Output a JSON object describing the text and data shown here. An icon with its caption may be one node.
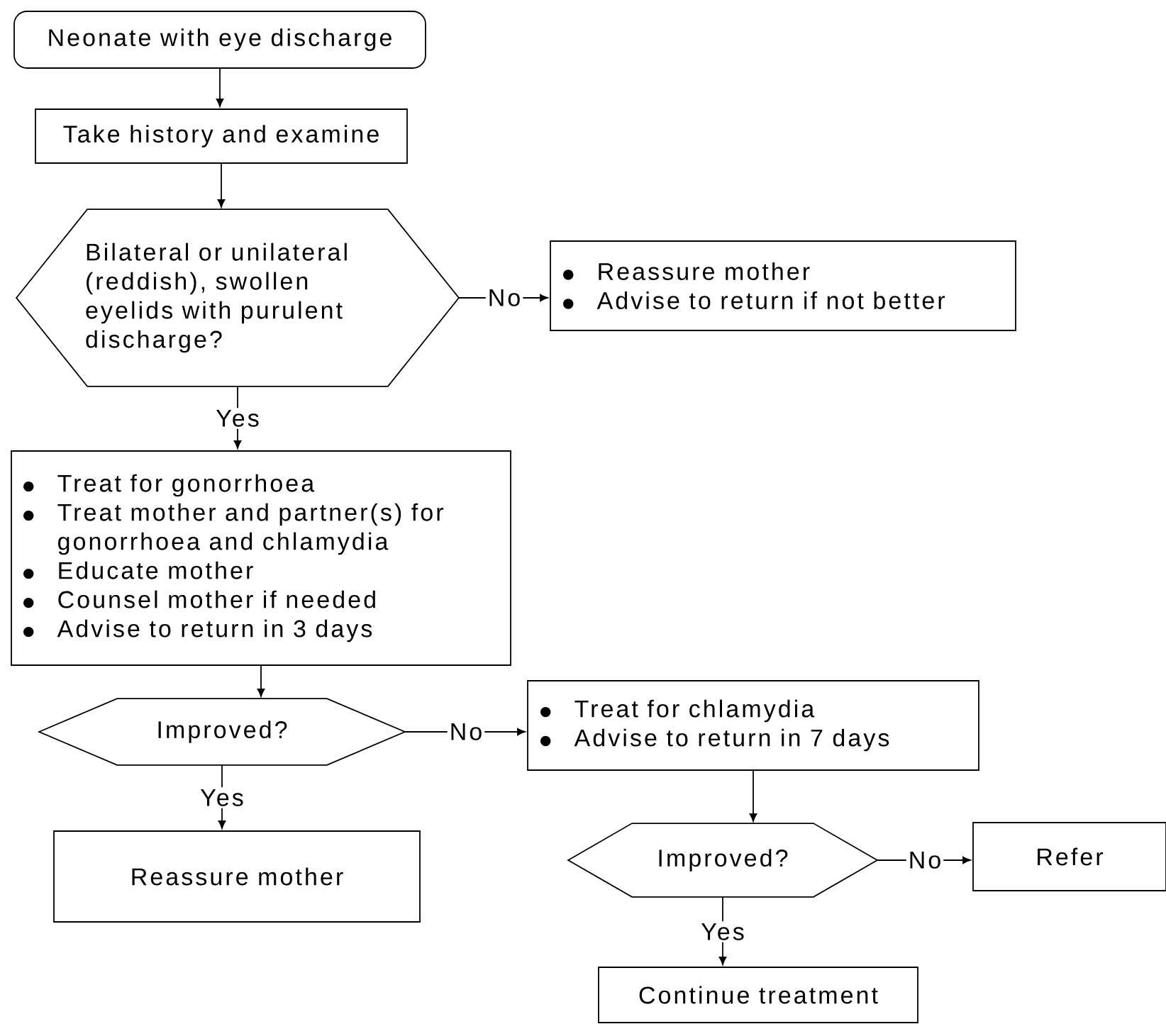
{
  "diagram": {
    "nodes": [
      {
        "text": [
          "Neonate with eye discharge"
        ]
      },
      {
        "text": [
          "Take history and examine"
        ]
      },
      {
        "text": [
          "Bilateral or unilateral (reddish), swollen eyelids with purulent discharge?"
        ]
      },
      {
        "text": [
          "Reassure mother",
          "Advise to return if not better"
        ]
      },
      {
        "text": [
          "Treat for gonorrhoea",
          "Treat mother and partner(s) for gonorrhoea and chlamydia",
          "Educate mother",
          "Counsel mother if needed",
          "Advise to return in 3 days"
        ]
      },
      {
        "text": [
          "Improved?"
        ]
      },
      {
        "text": [
          "Treat for chlamydia",
          "Advise to return in 7 days"
        ]
      },
      {
        "text": [
          "Reassure mother"
        ]
      },
      {
        "text": [
          "Improved?"
        ]
      },
      {
        "text": [
          "Refer"
        ]
      },
      {
        "text": [
          "Continue treatment"
        ]
      }
    ],
    "edges": [
      {
        "from": 0,
        "to": 1,
        "arrow": "to"
      },
      {
        "from": 1,
        "to": 2,
        "arrow": "to"
      },
      {
        "from": 2,
        "to": 3,
        "arrow": "to",
        "label": "No"
      },
      {
        "from": 2,
        "to": 4,
        "arrow": "to",
        "label": "Yes"
      },
      {
        "from": 4,
        "to": 5,
        "arrow": "to"
      },
      {
        "from": 5,
        "to": 6,
        "arrow": "to",
        "label": "No"
      },
      {
        "from": 5,
        "to": 7,
        "arrow": "to",
        "label": "Yes"
      },
      {
        "from": 6,
        "to": 8,
        "arrow": "to"
      },
      {
        "from": 8,
        "to": 9,
        "arrow": "to",
        "label": "No"
      },
      {
        "from": 8,
        "to": 10,
        "arrow": "to",
        "label": "Yes"
      }
    ]
  }
}
